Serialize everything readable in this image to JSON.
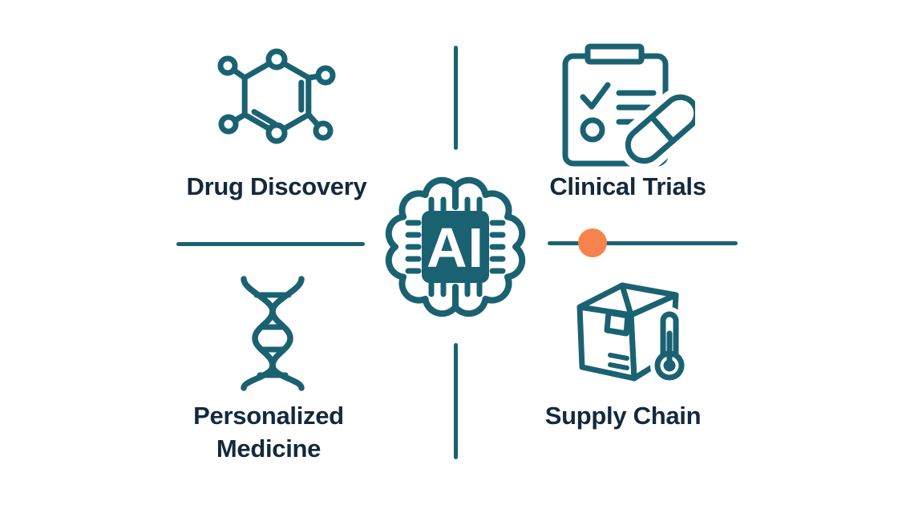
{
  "colors": {
    "teal": "#1A6272",
    "navy": "#13293D",
    "orange": "#F5834C",
    "background": "#FFFFFF"
  },
  "center": {
    "icon": "ai-brain-chip-icon",
    "chip_label": "AI"
  },
  "quadrants": [
    {
      "id": "drug-discovery",
      "icon": "molecule-icon",
      "label": "Drug Discovery"
    },
    {
      "id": "clinical-trials",
      "icon": "clipboard-checklist-pill-icon",
      "label": "Clinical Trials"
    },
    {
      "id": "personalized-medicine",
      "icon": "dna-helix-icon",
      "label_lines": [
        "Personalized",
        "Medicine"
      ]
    },
    {
      "id": "supply-chain",
      "icon": "shipping-box-thermometer-icon",
      "label": "Supply Chain"
    }
  ]
}
